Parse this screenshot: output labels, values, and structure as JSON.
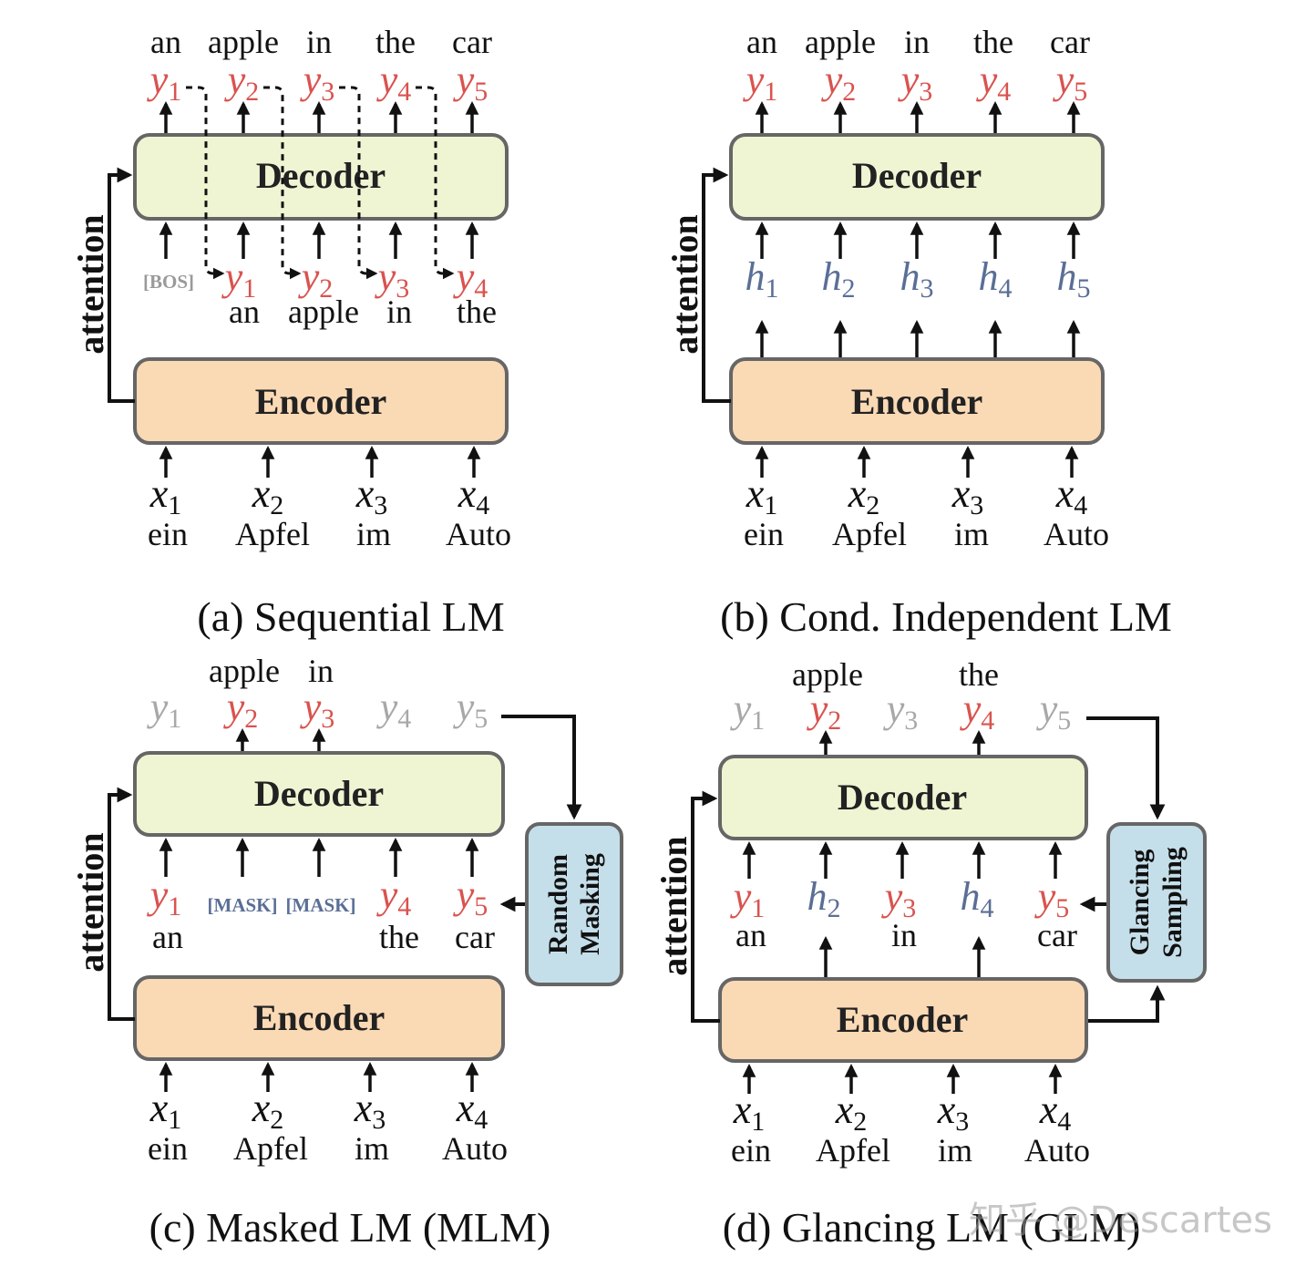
{
  "colors": {
    "decoder_fill": "#eff5d3",
    "encoder_fill": "#fad9b5",
    "side_fill": "#c5dfea",
    "box_stroke": "#666666",
    "target_red": "#d9534f",
    "hidden_blue": "#5a6e96",
    "faded_gray": "#a8a8a8",
    "bos_gray": "#9a9a9a",
    "arrow": "#111111"
  },
  "labels": {
    "decoder": "Decoder",
    "encoder": "Encoder",
    "attention": "attention",
    "bos": "[BOS]",
    "mask_1": "[MASK]",
    "mask_2": "[MASK]"
  },
  "source": {
    "vars": [
      {
        "name": "x",
        "sub": "1"
      },
      {
        "name": "x",
        "sub": "2"
      },
      {
        "name": "x",
        "sub": "3"
      },
      {
        "name": "x",
        "sub": "4"
      }
    ],
    "words": [
      "ein",
      "Apfel",
      "im",
      "Auto"
    ]
  },
  "target_words": [
    "an",
    "apple",
    "in",
    "the",
    "car"
  ],
  "y_sub": [
    "1",
    "2",
    "3",
    "4",
    "5"
  ],
  "h_sub": [
    "1",
    "2",
    "3",
    "4",
    "5"
  ],
  "panel_a": {
    "caption": "(a) Sequential LM",
    "decoder_input_words": [
      "an",
      "apple",
      "in",
      "the"
    ]
  },
  "panel_b": {
    "caption": "(b) Cond. Independent LM"
  },
  "panel_c": {
    "caption": "(c) Masked LM (MLM)",
    "output_words": [
      "apple",
      "in"
    ],
    "input_words": [
      "an",
      "the",
      "car"
    ],
    "side_box": [
      "Random",
      "Masking"
    ]
  },
  "panel_d": {
    "caption": "(d) Glancing LM (GLM)",
    "output_words": [
      "apple",
      "the"
    ],
    "input_words": [
      "an",
      "in",
      "car"
    ],
    "side_box": [
      "Glancing",
      "Sampling"
    ]
  },
  "watermark": "知乎 @Descartes"
}
